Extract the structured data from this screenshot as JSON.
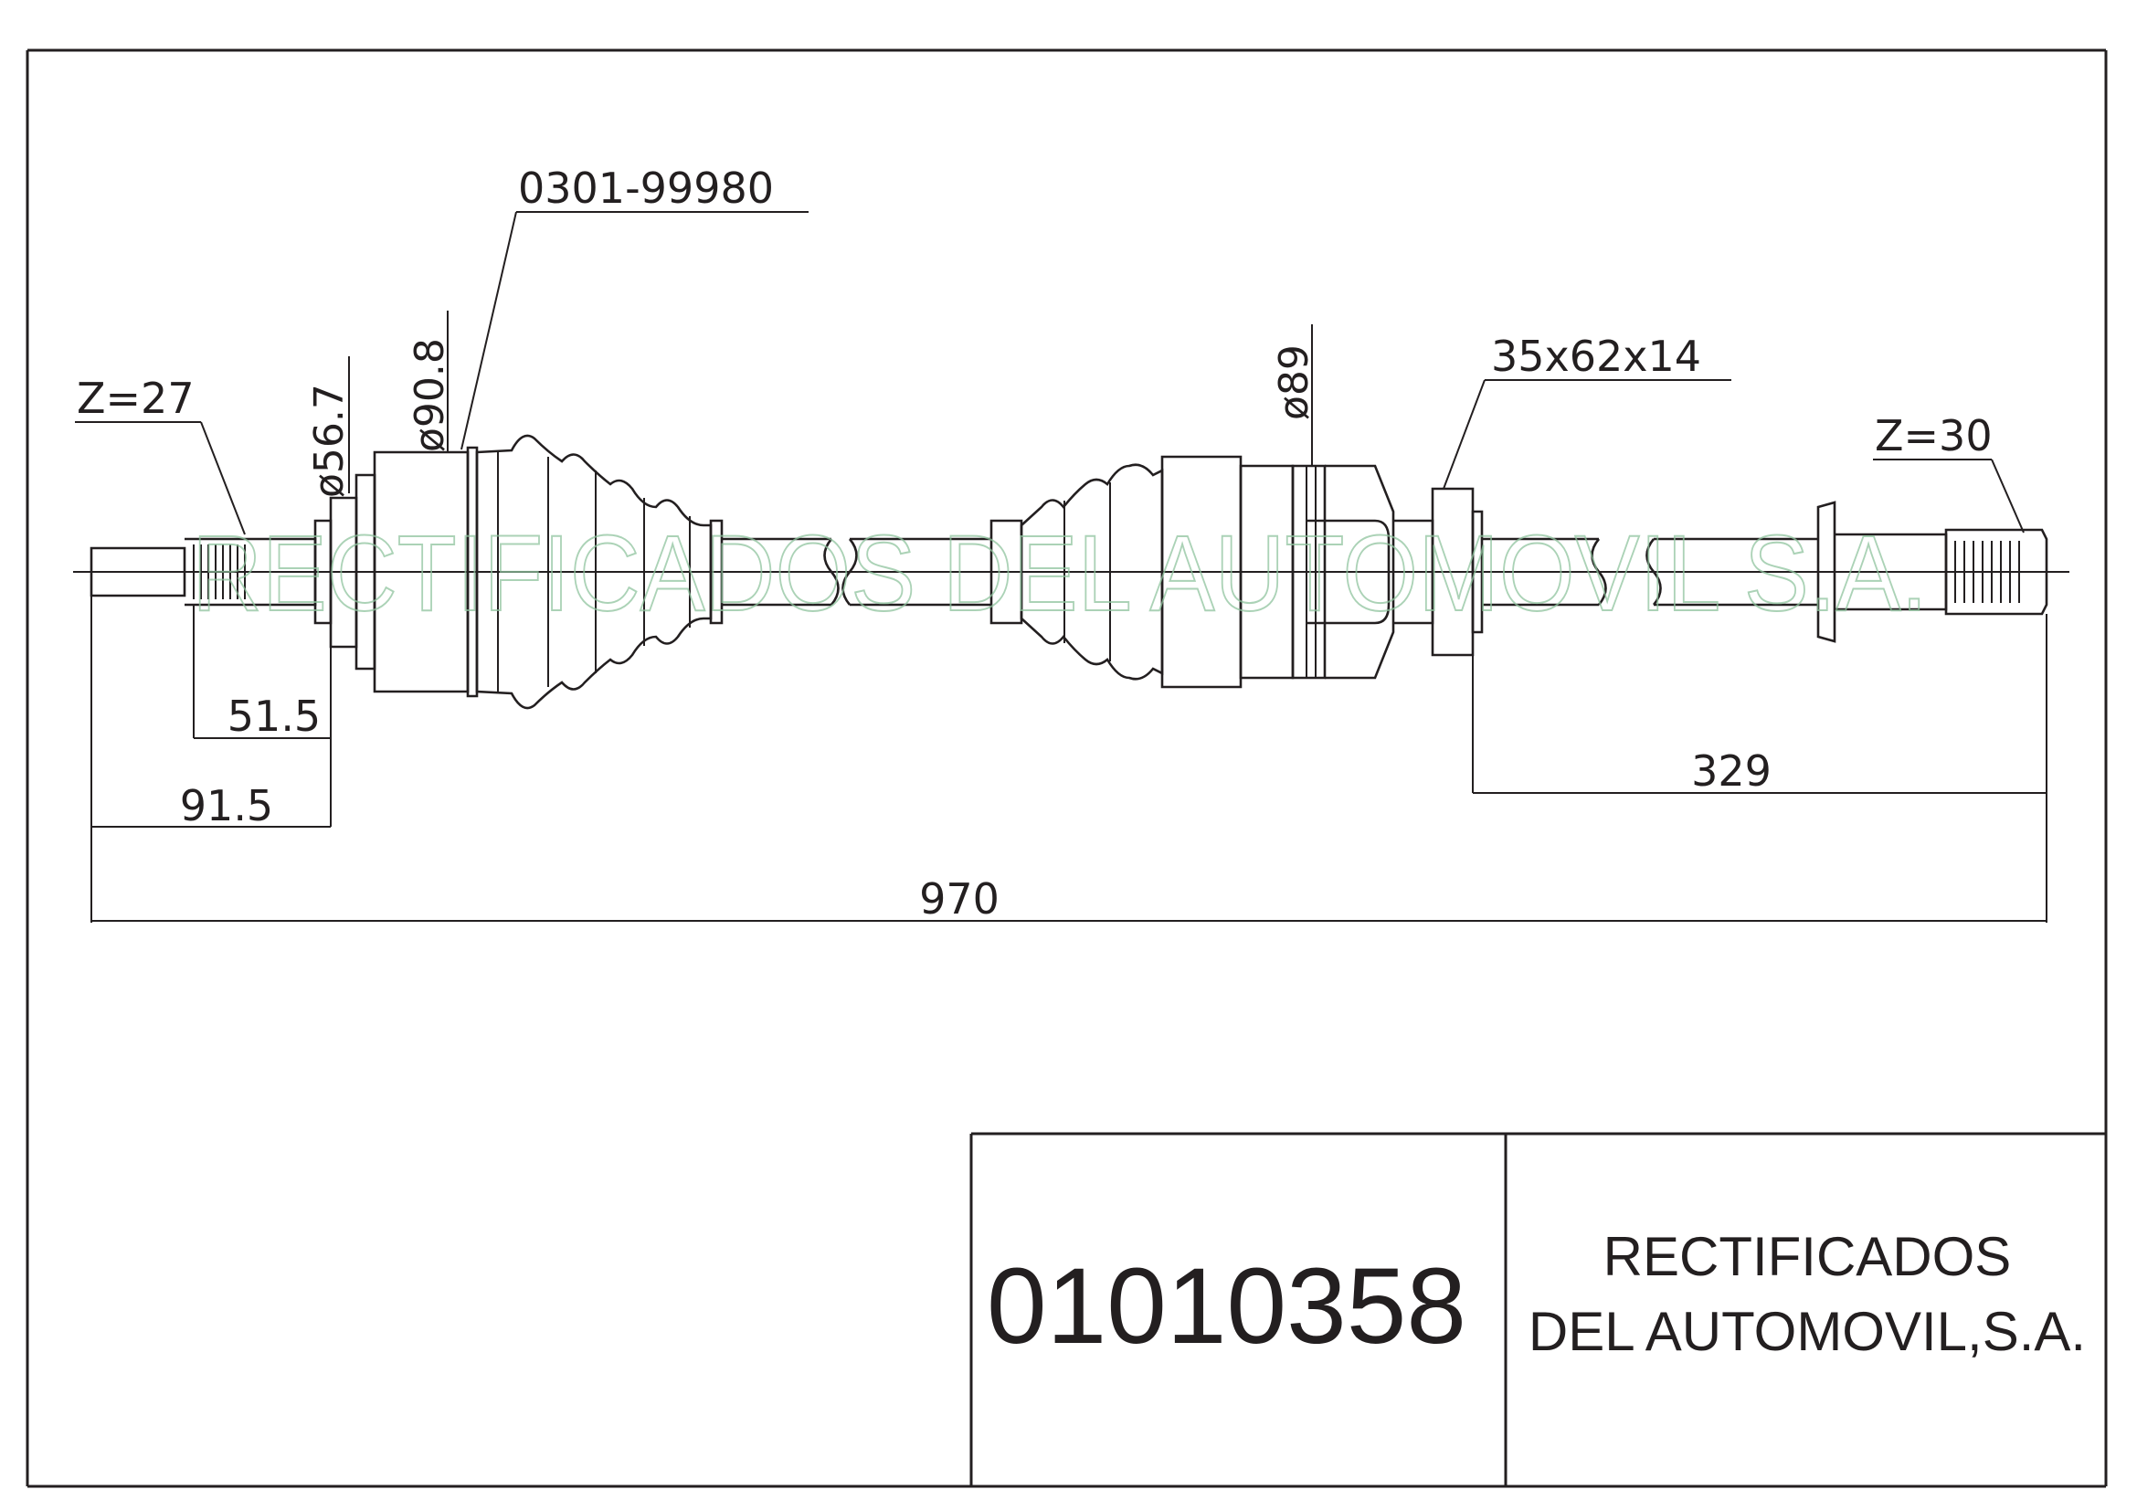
{
  "drawing": {
    "watermark": "RECTIFICADOS DEL AUTOMOVIL S.A.",
    "colors": {
      "line": "#231f20",
      "watermark": "#8fc49e",
      "background": "#ffffff"
    },
    "callouts": {
      "left_spline": "Z=27",
      "boot_ref": "0301-99980",
      "left_diameter_small": "ø56.7",
      "left_diameter_large": "ø90.8",
      "right_diameter": "ø89",
      "bearing": "35x62x14",
      "right_spline": "Z=30"
    },
    "dimensions": {
      "d1": "51.5",
      "d2": "91.5",
      "d3": "329",
      "total": "970"
    }
  },
  "title_block": {
    "part_number": "01010358",
    "company_line1": "RECTIFICADOS",
    "company_line2": "DEL AUTOMOVIL,S.A."
  }
}
